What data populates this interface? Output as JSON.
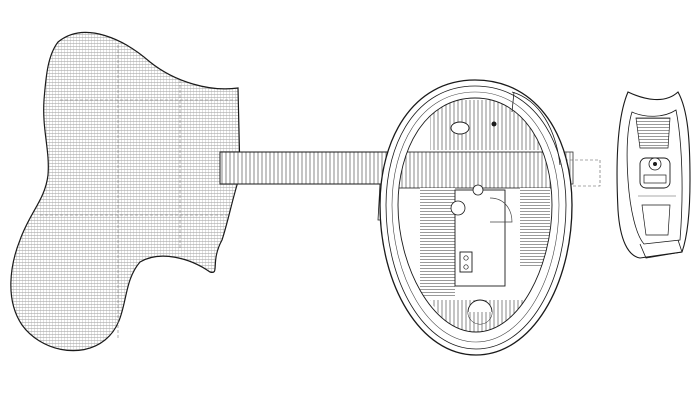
{
  "drawing": {
    "kind": "architectural-plan",
    "components": [
      {
        "id": "freeform-deck",
        "fill": "hatched-planks"
      },
      {
        "id": "boardwalk",
        "fill": "planks"
      },
      {
        "id": "egg-pavilion",
        "fill": "deck-with-fixtures"
      },
      {
        "id": "inflatable-boat",
        "fill": "outline"
      }
    ],
    "colors": {
      "line": "#1a1a1a",
      "light_line": "#6b6b6b",
      "hatch": "#8a8a8a",
      "background": "#ffffff"
    }
  }
}
